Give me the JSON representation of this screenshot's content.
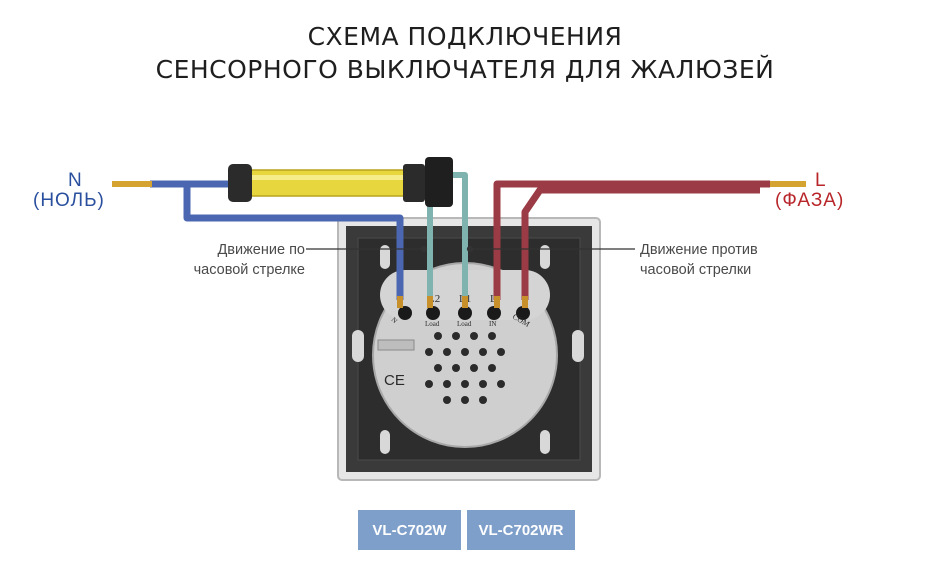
{
  "title": {
    "line1": "СХЕМА ПОДКЛЮЧЕНИЯ",
    "line2": "СЕНСОРНОГО ВЫКЛЮЧАТЕЛЯ ДЛЯ ЖАЛЮЗЕЙ"
  },
  "neutral": {
    "letter": "N",
    "word": "(НОЛЬ)",
    "color": "#2a4f9e"
  },
  "phase": {
    "letter": "L",
    "word": "(ФАЗА)",
    "color": "#b8262a"
  },
  "annotations": {
    "clockwise_line1": "Движение по",
    "clockwise_line2": "часовой стрелке",
    "counterclockwise_line1": "Движение против",
    "counterclockwise_line2": "часовой стрелки"
  },
  "terminals": {
    "n": "N",
    "l2": "L2",
    "l1": "L1",
    "l": "L",
    "load2": "Load",
    "load1": "Load",
    "in": "IN",
    "com": "COM"
  },
  "ce_mark": "CE",
  "models": [
    "VL-C702W",
    "VL-C702WR"
  ],
  "colors": {
    "wire_blue": "#4c67b2",
    "wire_red": "#9b3b45",
    "wire_teal": "#7fb3b0",
    "motor_yellow": "#e8d63f",
    "model_bg": "#7f9fcb"
  }
}
